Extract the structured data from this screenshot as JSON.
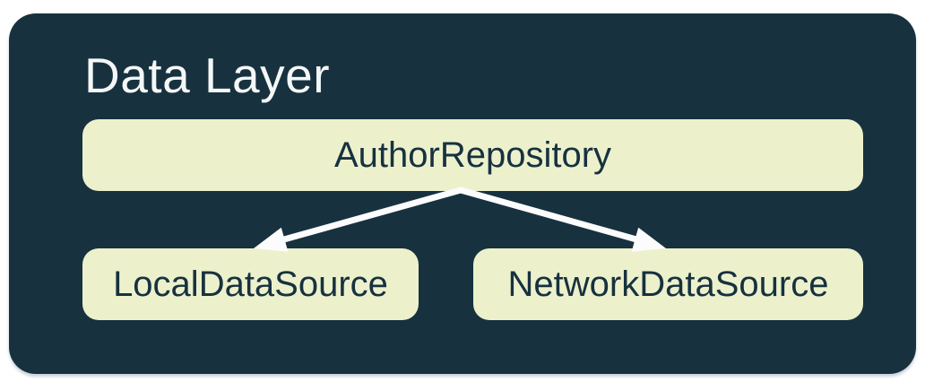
{
  "diagram": {
    "title": "Data Layer",
    "nodes": {
      "repository": {
        "label": "AuthorRepository"
      },
      "local": {
        "label": "LocalDataSource"
      },
      "network": {
        "label": "NetworkDataSource"
      }
    },
    "edges": [
      {
        "from": "AuthorRepository",
        "to": "LocalDataSource",
        "style": "arrow"
      },
      {
        "from": "AuthorRepository",
        "to": "NetworkDataSource",
        "style": "arrow"
      }
    ],
    "colors": {
      "page_bg": "#FFFFFF",
      "container_bg": "#17313F",
      "node_bg": "#ECF1CC",
      "node_text": "#17313F",
      "title_text": "#F5F7F7",
      "arrow": "#FCFCFC"
    }
  }
}
